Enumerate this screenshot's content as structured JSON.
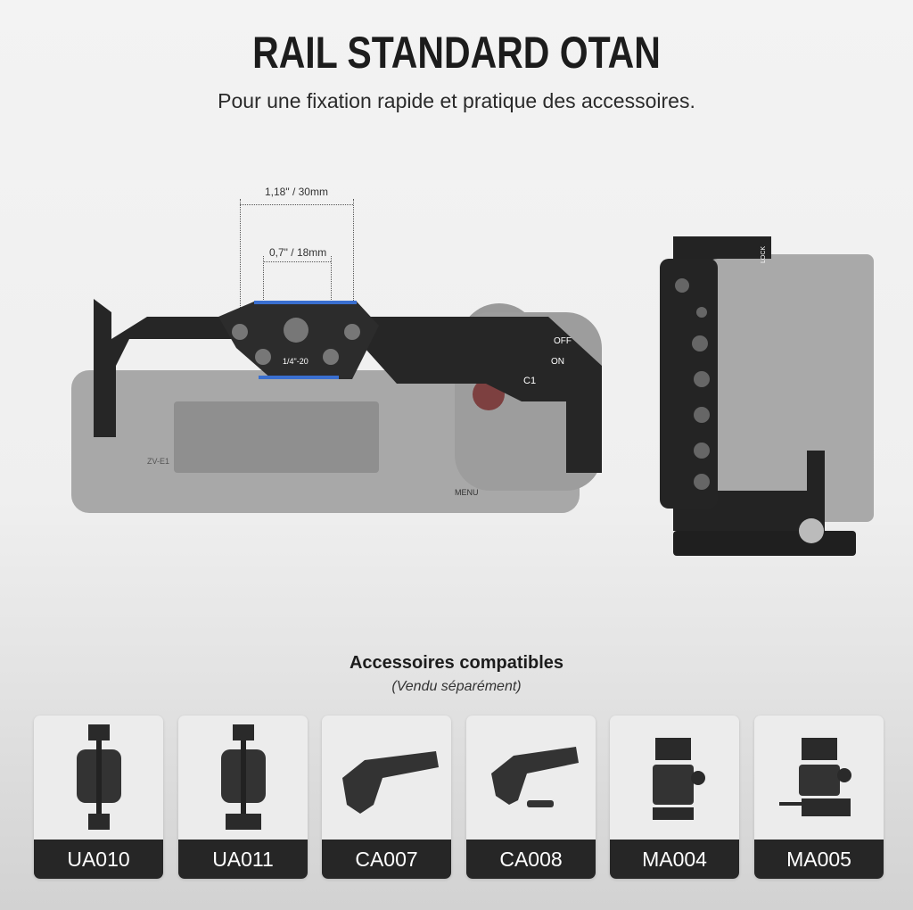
{
  "header": {
    "title": "RAIL STANDARD OTAN",
    "subtitle": "Pour une fixation rapide et pratique des accessoires."
  },
  "dimensions": {
    "outer": "1,18\" / 30mm",
    "inner": "0,7\" / 18mm",
    "thread": "1/4\"-20"
  },
  "camera": {
    "model": "ZV-E1",
    "menu": "MENU",
    "off": "OFF",
    "on": "ON",
    "c1": "C1",
    "lock": "LOCK"
  },
  "accessories": {
    "title": "Accessoires compatibles",
    "subtitle": "(Vendu séparément)",
    "items": [
      {
        "code": "UA010"
      },
      {
        "code": "UA011"
      },
      {
        "code": "CA007"
      },
      {
        "code": "CA008"
      },
      {
        "code": "MA004"
      },
      {
        "code": "MA005"
      }
    ]
  },
  "colors": {
    "accent": "#3a6fd0",
    "cage": "#1e1e1e"
  }
}
